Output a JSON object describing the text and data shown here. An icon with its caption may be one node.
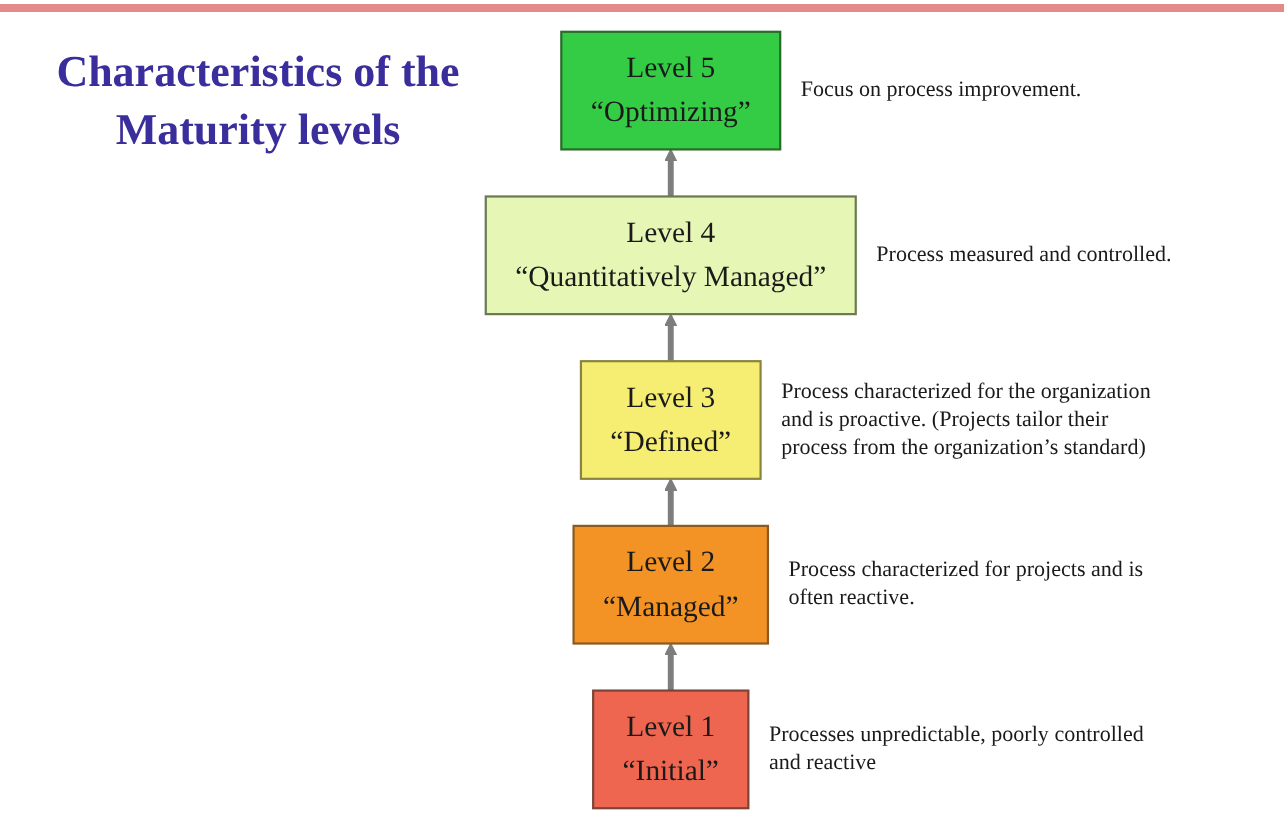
{
  "diagram": {
    "title": "Characteristics of the Maturity levels",
    "nodes": [
      {
        "text": [
          "Level 1",
          "“Initial”"
        ],
        "beside": [
          "Processes unpredictable, poorly controlled and reactive"
        ]
      },
      {
        "text": [
          "Level 2",
          "“Managed”"
        ],
        "beside": [
          "Process characterized for projects and is often reactive."
        ]
      },
      {
        "text": [
          "Level 3",
          "“Defined”"
        ],
        "beside": [
          "Process characterized for the organization and is proactive. (Projects tailor their process from the organization’s standard)"
        ]
      },
      {
        "text": [
          "Level 4",
          "“Quantitatively Managed”"
        ],
        "beside": [
          "Process measured and controlled."
        ]
      },
      {
        "text": [
          "Level 5",
          "“Optimizing”"
        ],
        "beside": [
          "Focus on process improvement."
        ]
      }
    ],
    "edges": [
      {
        "from": 0,
        "to": 1,
        "arrow": "to"
      },
      {
        "from": 1,
        "to": 2,
        "arrow": "to"
      },
      {
        "from": 2,
        "to": 3,
        "arrow": "to"
      },
      {
        "from": 3,
        "to": 4,
        "arrow": "to"
      }
    ]
  }
}
